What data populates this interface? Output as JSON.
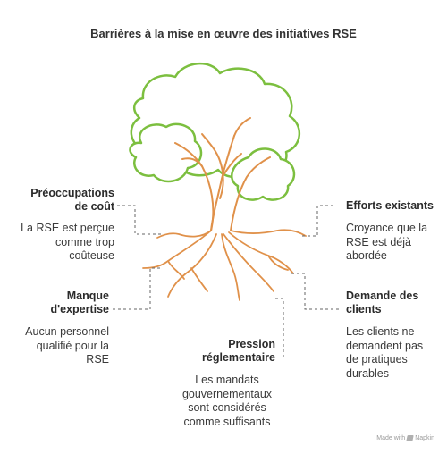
{
  "title": "Barrières à la mise en œuvre des initiatives RSE",
  "colors": {
    "canopy_stroke": "#7cbf3f",
    "trunk_stroke": "#e0914a",
    "connector": "#666666",
    "text": "#2b2b2b"
  },
  "icons": [
    "tree-illustration"
  ],
  "items": [
    {
      "heading": "Préoccupations\nde coût",
      "description": "La RSE est perçue\ncomme trop\ncoûteuse"
    },
    {
      "heading": "Efforts existants",
      "description": "Croyance que la\nRSE est déjà\nabordée"
    },
    {
      "heading": "Manque\nd'expertise",
      "description": "Aucun personnel\nqualifié pour la\nRSE"
    },
    {
      "heading": "Demande des\nclients",
      "description": "Les clients ne\ndemandent pas\nde pratiques\ndurables"
    },
    {
      "heading": "Pression\nréglementaire",
      "description": "Les mandats\ngouvernementaux\nsont considérés\ncomme suffisants"
    }
  ],
  "watermark": {
    "text": "Made with",
    "brand": "Napkin"
  }
}
